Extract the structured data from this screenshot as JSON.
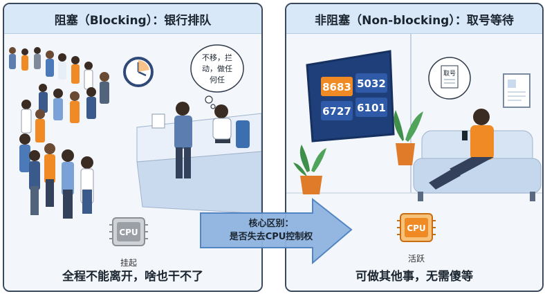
{
  "left": {
    "title": "阻塞（Blocking）：银行排队",
    "thought": [
      "不移，拦",
      "动，做任",
      "何任"
    ],
    "cpu_chip": "CPU",
    "cpu_label": "挂起",
    "caption": "全程不能离开，啥也干不了"
  },
  "right": {
    "title": "非阻塞（Non-blocking）：取号等待",
    "screen_numbers": [
      "8683",
      "5032",
      "6727",
      "6101"
    ],
    "ticket_text": "取号",
    "cpu_chip": "CPU",
    "cpu_label": "活跃",
    "caption": "可做其他事，无需傻等"
  },
  "arrow": {
    "line1": "核心区别：",
    "line2": "是否失去CPU控制权"
  },
  "colors": {
    "cpu_suspended": "#9aa0a6",
    "cpu_active": "#f08a24",
    "screen_highlight": "#f08a24",
    "arrow": "#4a7fc1"
  }
}
